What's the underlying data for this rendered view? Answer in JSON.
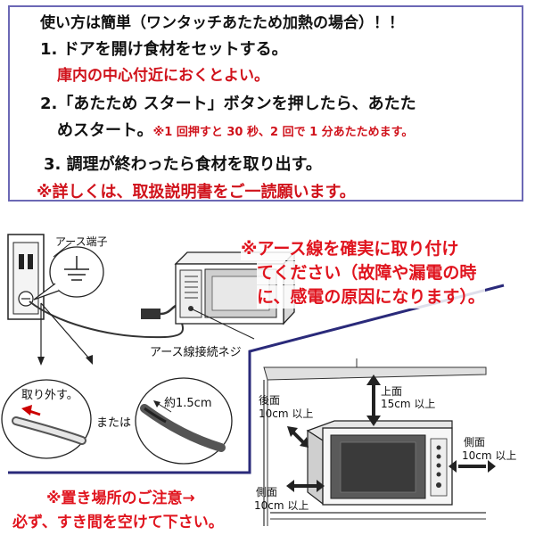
{
  "instructions": {
    "heading": "使い方は簡単（ワンタッチあたため加熱の場合）！！",
    "step1": "1. ドアを開け食材をセットする。",
    "step1_note": "庫内の中心付近におくとよい。",
    "step2_a": "2.「あたため スタート」ボタンを押したら、あたた",
    "step2_b": "めスタート。",
    "step2_note": "※1 回押すと 30 秒、2 回で 1 分あたためます。",
    "step3": "3. 調理が終わったら食材を取り出す。",
    "footer": "※詳しくは、取扱説明書をご一読願います。"
  },
  "earth_diagram": {
    "terminal_label": "アース端子",
    "screw_label": "アース線接続ネジ",
    "remove_label": "取り外す。",
    "or_label": "または",
    "strip_length_label": "約1.5cm",
    "warning_line1": "※アース線を確実に取り付け",
    "warning_line2": "てください（故障や漏電の時",
    "warning_line3": "に、感電の原因になります）。"
  },
  "clearance_diagram": {
    "top_label": "上面",
    "top_value": "15cm 以上",
    "back_label": "後面",
    "back_value": "10cm 以上",
    "side_right_label": "側面",
    "side_right_value": "10cm 以上",
    "side_left_label": "側面",
    "side_left_value": "10cm 以上"
  },
  "placement_note": {
    "line1": "※置き場所のご注意→",
    "line2": "必ず、すき間を空けて下さい。"
  },
  "colors": {
    "border": "#6b68b5",
    "red_text": "#d0121b",
    "warning_red": "#e0141e",
    "arrow_navy": "#2a2a7a"
  }
}
